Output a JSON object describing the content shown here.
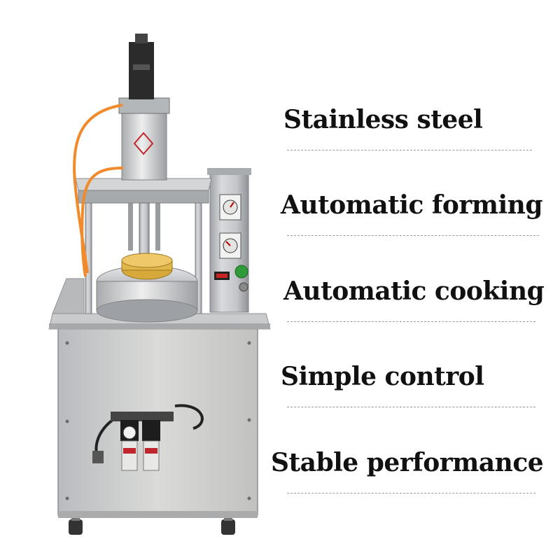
{
  "features": [
    {
      "label": "Stainless steel"
    },
    {
      "label": "Automatic forming"
    },
    {
      "label": "Automatic cooking"
    },
    {
      "label": "Simple control"
    },
    {
      "label": "Stable performance"
    }
  ],
  "colors": {
    "text": "#111111",
    "rule": "#9a9a9a",
    "steel": "#b9bcc0",
    "steel_dark": "#8a8d92",
    "hose": "#f08a2a",
    "brass": "#d7a93a",
    "button_green": "#2e9a3a"
  },
  "icons": [
    "pressure-gauge-icon",
    "temperature-dial-icon",
    "green-button-icon"
  ]
}
